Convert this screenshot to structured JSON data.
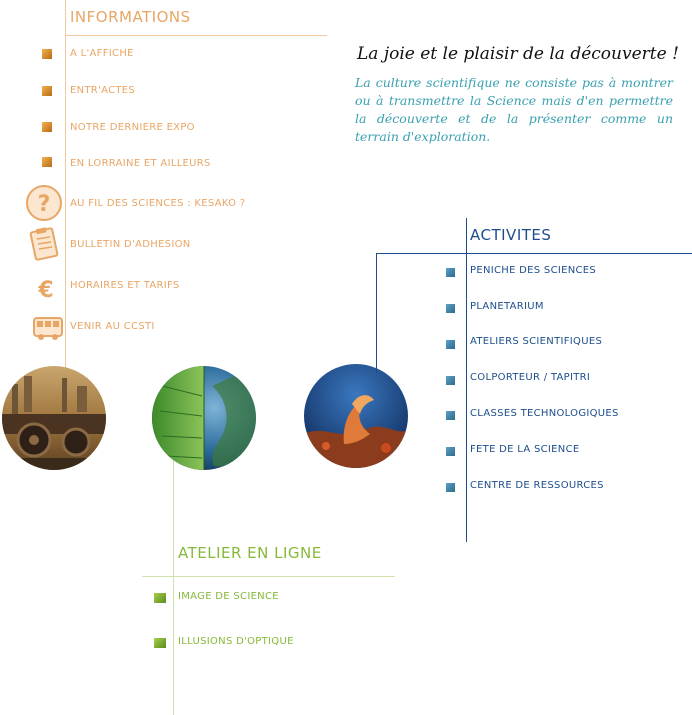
{
  "informations": {
    "title": "INFORMATIONS",
    "items": [
      {
        "label": "A L'AFFICHE",
        "icon": "bullet-square"
      },
      {
        "label": "ENTR'ACTES",
        "icon": "bullet-square"
      },
      {
        "label": "NOTRE DERNIERE EXPO",
        "icon": "bullet-square"
      },
      {
        "label": "EN LORRAINE ET AILLEURS",
        "icon": "bullet-square"
      },
      {
        "label": "AU FIL DES SCIENCES : KESAKO ?",
        "icon": "question-icon"
      },
      {
        "label": "BULLETIN D'ADHESION",
        "icon": "clipboard-icon"
      },
      {
        "label": "HORAIRES ET TARIFS",
        "icon": "euro-icon"
      },
      {
        "label": "VENIR AU CCSTI",
        "icon": "bus-icon"
      }
    ]
  },
  "intro": {
    "headline": "La joie et le plaisir de la découverte !",
    "text": "La culture scientifique ne consiste pas à montrer ou à transmettre la Science mais d'en permettre la découverte et de la présenter comme un terrain d'exploration."
  },
  "activites": {
    "title": "ACTIVITES",
    "items": [
      {
        "label": "PENICHE DES SCIENCES"
      },
      {
        "label": "PLANETARIUM"
      },
      {
        "label": "ATELIERS SCIENTIFIQUES"
      },
      {
        "label": "COLPORTEUR / TAPITRI"
      },
      {
        "label": "CLASSES TECHNOLOGIQUES"
      },
      {
        "label": "FETE DE LA SCIENCE"
      },
      {
        "label": "CENTRE DE RESSOURCES"
      }
    ]
  },
  "atelier": {
    "title": "ATELIER EN LIGNE",
    "items": [
      {
        "label": "IMAGE DE SCIENCE"
      },
      {
        "label": "ILLUSIONS D'OPTIQUE"
      }
    ]
  },
  "images": [
    {
      "name": "industrial-photo"
    },
    {
      "name": "earth-leaf-photo"
    },
    {
      "name": "underwater-photo"
    }
  ],
  "colors": {
    "informations": "#e8a665",
    "activites": "#1d4e8c",
    "atelier": "#86b93a",
    "intro": "#3aa0b0"
  }
}
